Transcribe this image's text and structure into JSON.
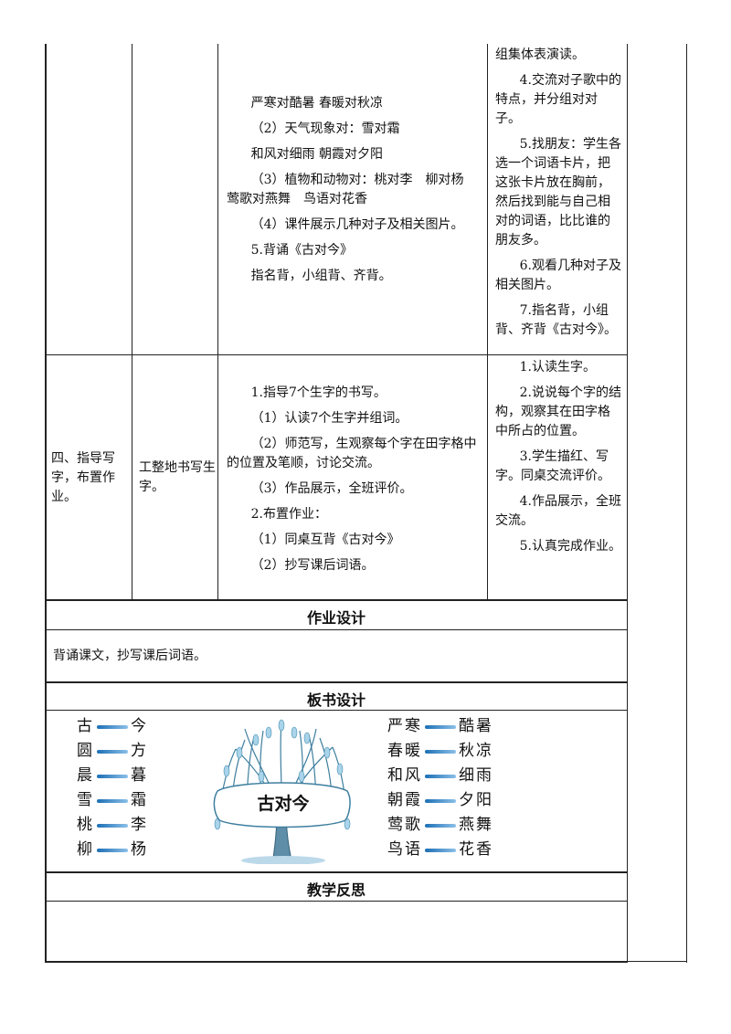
{
  "upper_section": {
    "col3": [
      "严寒对酷暑 春暖对秋凉",
      "（2）天气现象对：雪对霜",
      "和风对细雨 朝霞对夕阳",
      "（3）植物和动物对：桃对李　柳对杨　莺歌对燕舞　鸟语对花香",
      "（4）课件展示几种对子及相关图片。",
      "5.背诵《古对今》",
      "指名背，小组背、齐背。"
    ],
    "col4": [
      "组集体表演读。",
      "4.交流对子歌中的特点，并分组对对子。",
      "5.找朋友：学生各选一个词语卡片，把这张卡片放在胸前，然后找到能与自己相对的词语，比比谁的朋友多。",
      "6.观看几种对子及相关图片。",
      "7.指名背，小组背、齐背《古对今》。"
    ]
  },
  "step4": {
    "phase": "四、指导写字，布置作业。",
    "goal": "工整地书写生字。",
    "teacher": [
      "1.指导7个生字的书写。",
      "（1）认读7个生字并组词。",
      "（2）师范写，生观察每个字在田字格中的位置及笔顺，讨论交流。",
      "（3）作品展示，全班评价。",
      "2.布置作业：",
      "（1）同桌互背《古对今》",
      "（2）抄写课后词语。"
    ],
    "student": [
      "1.认读生字。",
      "2.说说每个字的结构，观察其在田字格中所占的位置。",
      "3.学生描红、写字。同桌交流评价。",
      "4.作品展示，全班交流。",
      "5.认真完成作业。"
    ]
  },
  "homework": {
    "title": "作业设计",
    "content": "背诵课文，抄写课后词语。"
  },
  "board": {
    "title": "板书设计",
    "tree_label": "古对今",
    "left_pairs": [
      [
        "古",
        "今"
      ],
      [
        "圆",
        "方"
      ],
      [
        "晨",
        "暮"
      ],
      [
        "雪",
        "霜"
      ],
      [
        "桃",
        "李"
      ],
      [
        "柳",
        "杨"
      ]
    ],
    "right_pairs": [
      [
        "严寒",
        "酷暑"
      ],
      [
        "春暖",
        "秋凉"
      ],
      [
        "和风",
        "细雨"
      ],
      [
        "朝霞",
        "夕阳"
      ],
      [
        "莺歌",
        "燕舞"
      ],
      [
        "鸟语",
        "花香"
      ]
    ],
    "arrow_color": "#1c6fb5"
  },
  "reflection": {
    "title": "教学反思"
  }
}
